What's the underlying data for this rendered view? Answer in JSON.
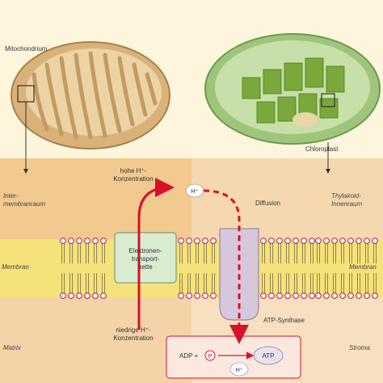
{
  "labels": {
    "mitochondrium": "Mitochondrium",
    "chloroplast": "Chloroplast",
    "left_top_1": "Inter-",
    "left_top_2": "membranraum",
    "left_membrane": "Membran",
    "left_matrix": "Matrix",
    "right_top_1": "Thylakoid-",
    "right_top_2": "Innenraum",
    "right_membrane": "Membran",
    "right_stroma": "Stroma",
    "high_h_1": "hohe H⁺-",
    "high_h_2": "Konzentration",
    "low_h_1": "niedrige H⁺-",
    "low_h_2": "Konzentration",
    "etc_1": "Elektronen-",
    "etc_2": "transport-",
    "etc_3": "kette",
    "diffusion": "Diffusion",
    "atp_synthase": "ATP-Synthase",
    "h_top": "H⁺",
    "h_bottom": "H⁺",
    "adp": "ADP +",
    "p": "P",
    "atp": "ATP"
  },
  "colors": {
    "top_band": "#f2c98e",
    "membrane_band": "#f6e27a",
    "bottom_band": "#f4d3a8",
    "etc_box": "#d8ecd2",
    "synthase": "#d7c7dd",
    "arrow_red": "#d8102a"
  }
}
